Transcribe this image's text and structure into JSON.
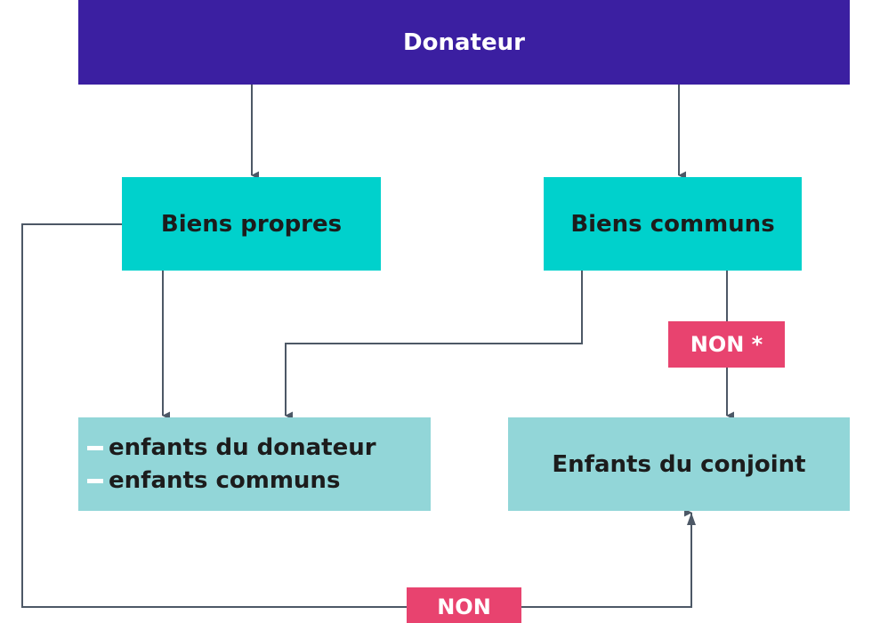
{
  "nodes": {
    "donateur": "Donateur",
    "biens_propres": "Biens propres",
    "biens_communs": "Biens communs",
    "enfants_list": [
      "enfants du donateur",
      "enfants communs"
    ],
    "enfants_conjoint": "Enfants du conjoint"
  },
  "labels": {
    "non_star": "NON *",
    "non": "NON"
  },
  "colors": {
    "header": "#3b1fa1",
    "teal": "#00d1cc",
    "light_teal": "#92d6d8",
    "pink": "#e8436f",
    "connector": "#4d5866"
  }
}
